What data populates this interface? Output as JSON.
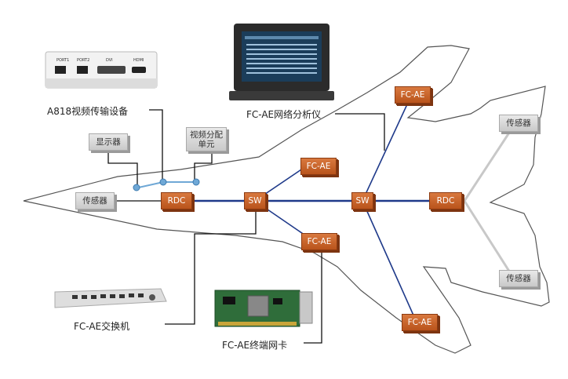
{
  "devices": {
    "a818": "A818视频传输设备",
    "analyzer": "FC-AE网络分析仪",
    "switch": "FC-AE交换机",
    "nic": "FC-AE终端网卡"
  },
  "a818_ports": [
    "PORT1",
    "PORT2",
    "DVI",
    "HDMI"
  ],
  "nodes": {
    "display": "显示器",
    "video_split_line1": "视频分配",
    "video_split_line2": "单元",
    "sensor_nose": "传感器",
    "sensor_top": "传感器",
    "sensor_bottom": "传感器",
    "rdc_front": "RDC",
    "rdc_rear": "RDC",
    "sw_front": "SW",
    "sw_rear": "SW",
    "fcae_top": "FC-AE",
    "fcae_mid_top": "FC-AE",
    "fcae_mid_bottom": "FC-AE",
    "fcae_bottom": "FC-AE"
  },
  "colors": {
    "link": "#1f3a8a",
    "node_orange": "#c4622b",
    "bus_point": "#6fa8d6",
    "outline": "#555555"
  }
}
